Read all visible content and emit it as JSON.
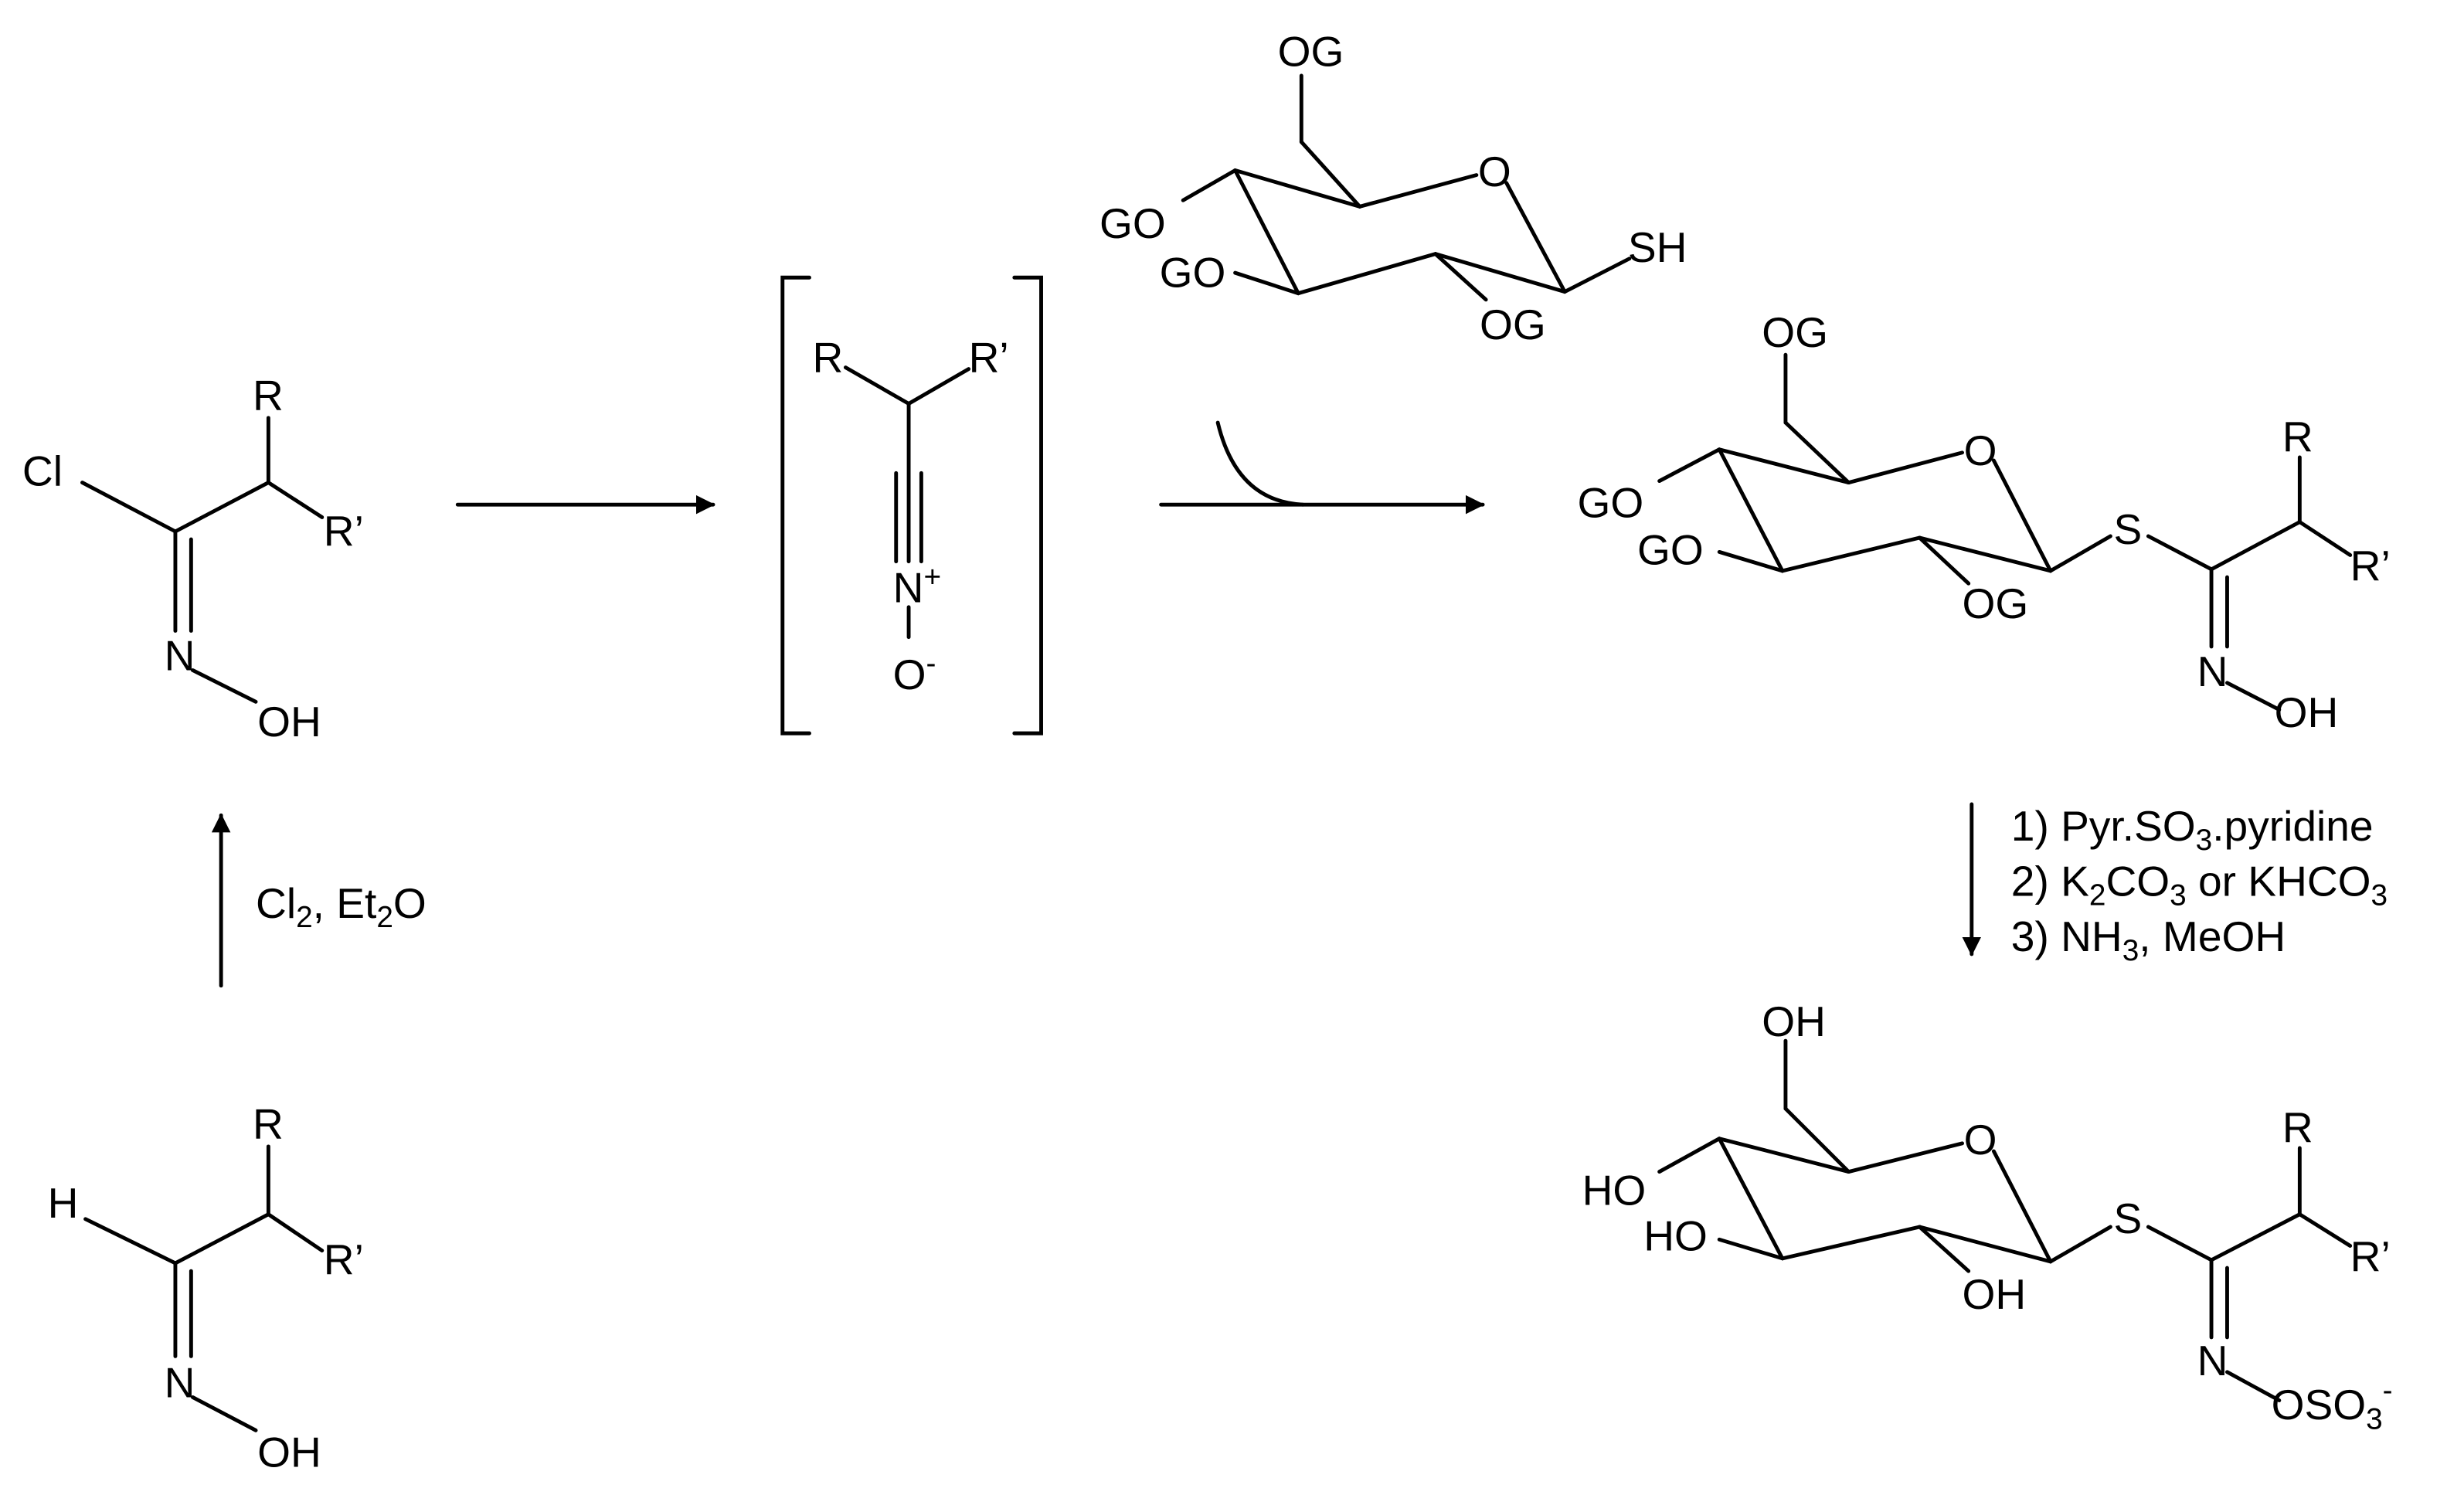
{
  "atoms": {
    "Cl": "Cl",
    "H": "H",
    "R": "R",
    "Rp": "R’",
    "N": "N",
    "OH": "OH",
    "O": "O",
    "S": "S",
    "SH": "SH",
    "OG": "OG",
    "GO": "GO",
    "HO": "HO",
    "N_plus": "+",
    "O_minus": "-",
    "OSO": "OSO",
    "three": "3",
    "minus": "-"
  },
  "conditions": {
    "chlorination": {
      "part1": "Cl",
      "sub1": "2",
      "part2": ", Et",
      "sub2": "2",
      "part3": "O"
    },
    "step1": {
      "part1": "1) Pyr.SO",
      "sub1": "3",
      "part2": ".pyridine"
    },
    "step2": {
      "part1": "2) K",
      "sub1": "2",
      "part2": "CO",
      "sub2": "3",
      "part3": " or KHCO",
      "sub3": "3"
    },
    "step3": {
      "part1": "3) NH",
      "sub1": "3",
      "part2": ", MeOH"
    }
  }
}
